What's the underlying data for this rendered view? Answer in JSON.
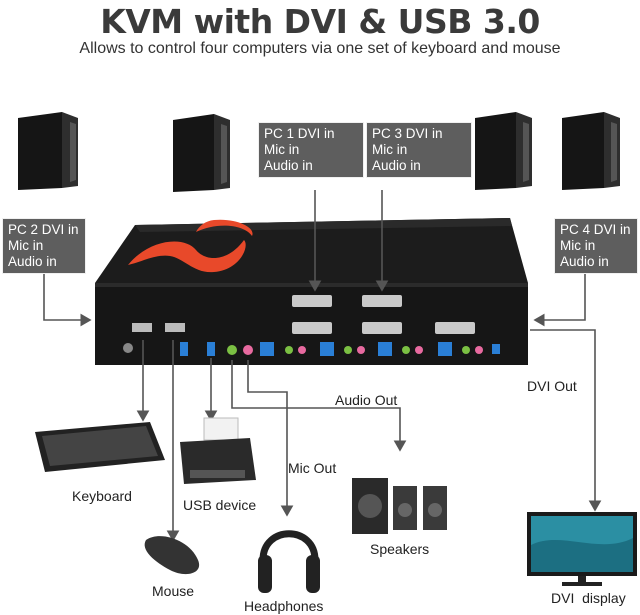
{
  "header": {
    "title": "KVM with DVI & USB 3.0",
    "subtitle": "Allows to control four computers via one set of keyboard and mouse"
  },
  "pc_labels": {
    "pc1": [
      "PC 1 DVI in",
      "Mic in",
      "Audio in"
    ],
    "pc2": [
      "PC 2 DVI in",
      "Mic in",
      "Audio in"
    ],
    "pc3": [
      "PC 3 DVI in",
      "Mic in",
      "Audio in"
    ],
    "pc4": [
      "PC 4 DVI in",
      "Mic in",
      "Audio in"
    ]
  },
  "connections": {
    "audio_out": "Audio Out",
    "mic_out": "Mic Out",
    "dvi_out": "DVI Out"
  },
  "devices": {
    "keyboard": "Keyboard",
    "usb_device": "USB device",
    "mouse": "Mouse",
    "headphones": "Headphones",
    "speakers": "Speakers",
    "dvi_display": "DVI  display"
  },
  "colors": {
    "line": "#555555",
    "label_box": "#5e5e5e",
    "logo_red": "#e8492a",
    "usb3_blue": "#2a7fd6",
    "mic_pink": "#e86aa0",
    "audio_green": "#7bc043"
  }
}
